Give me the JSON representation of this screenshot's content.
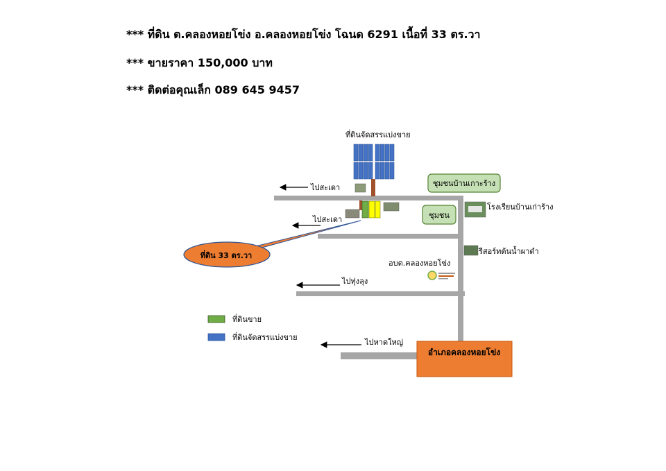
{
  "header": {
    "line1": "*** ที่ดิน ต.คลองหอยโข่ง อ.คลองหอยโข่ง  โฉนด 6291  เนื้อที่ 33 ตร.วา",
    "line2": "*** ขายราคา 150,000 บาท",
    "line3": "*** ติดต่อคุณเล็ก 089 645 9457"
  },
  "map": {
    "subdivision_label": "ที่ดินจัดสรรแบ่งขาย",
    "to_sadao_1": "ไปสะเดา",
    "to_sadao_2": "ไปสะเดา",
    "to_thung_lung": "ไปทุ่งลุง",
    "to_hat_yai": "ไปหาดใหญ่",
    "community_koh_rang": "ชุมชนบ้านเกาะร้าง",
    "community": "ชุมชน",
    "school": "โรงเรียนบ้านเก่าร้าง",
    "resort": "รีสอร์ทต้นน้ำผาดำ",
    "sao": "อบต.คลองหอยโข่ง",
    "callout": "ที่ดิน 33 ตร.วา",
    "district": "อำเภอคลองหอยโข่ง"
  },
  "legend": {
    "land_for_sale": "ที่ดินขาย",
    "subdivision": "ที่ดินจัดสรรแบ่งขาย"
  },
  "colors": {
    "road": "#a6a6a6",
    "plot_blue": "#4472c4",
    "plot_green": "#70ad47",
    "plot_yellow": "#ffff00",
    "orange": "#ed7d31",
    "community_fill": "#c5e0b4",
    "community_border": "#548235",
    "stem": "#a0522d"
  }
}
